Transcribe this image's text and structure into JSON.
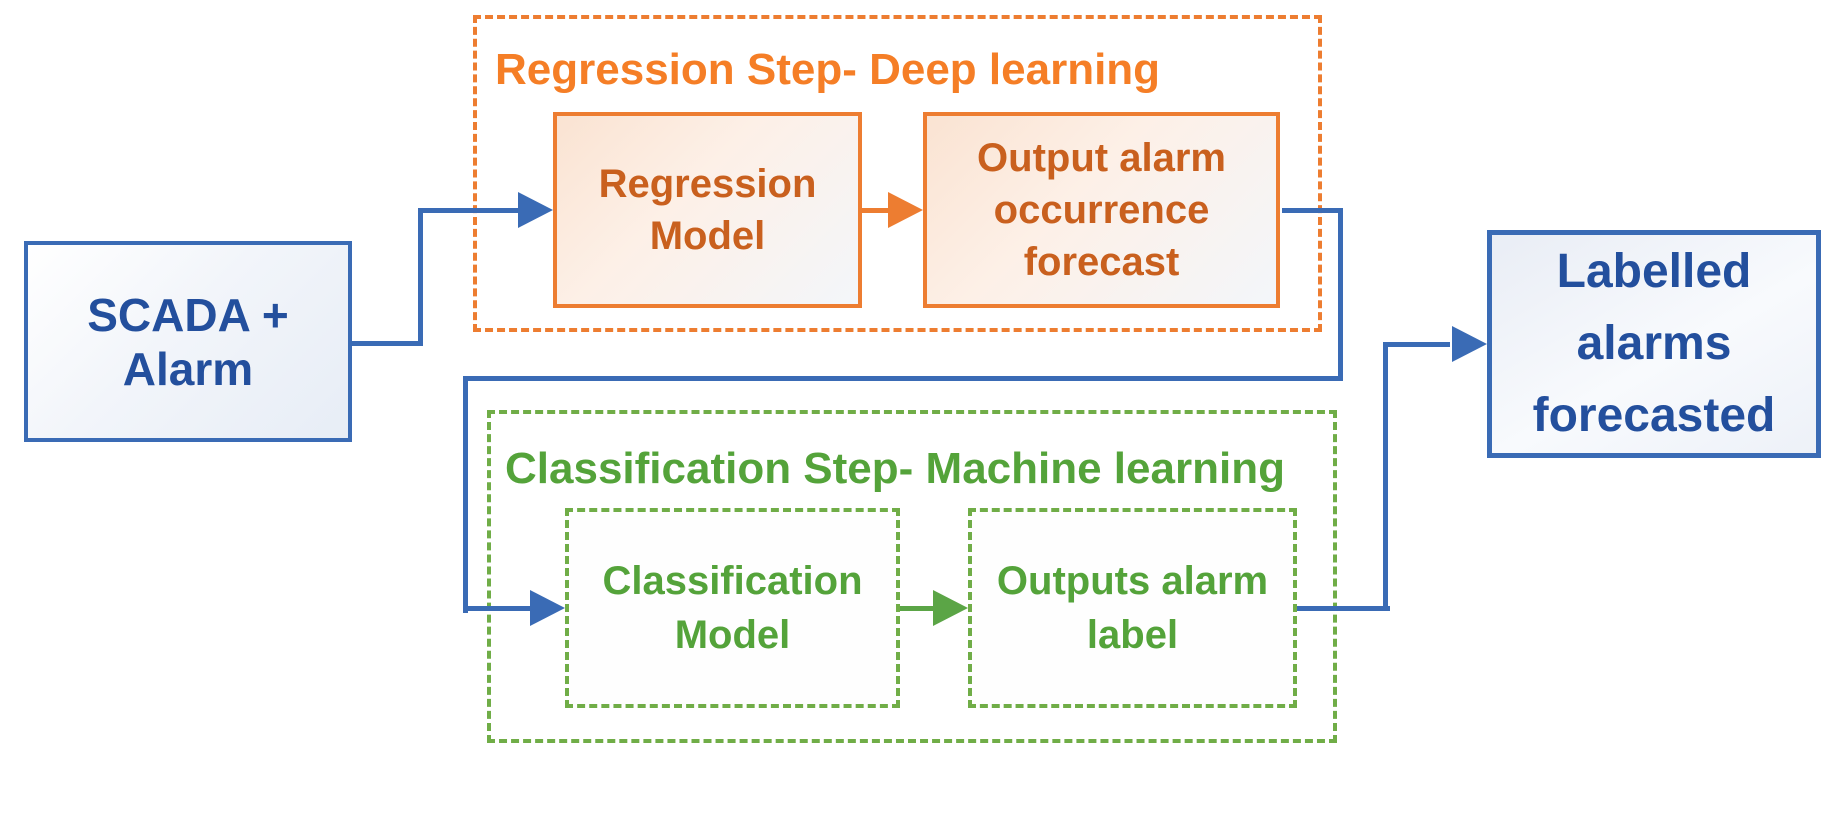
{
  "diagram": {
    "source_box": {
      "label": "SCADA + Alarm"
    },
    "regression_group": {
      "title": "Regression Step- Deep learning",
      "model_box": {
        "label": "Regression Model"
      },
      "output_box": {
        "label": "Output alarm occurrence forecast"
      }
    },
    "classification_group": {
      "title": "Classification Step- Machine learning",
      "model_box": {
        "label": "Classification Model"
      },
      "output_box": {
        "label": "Outputs alarm label"
      }
    },
    "result_box": {
      "label": "Labelled alarms forecasted"
    },
    "colors": {
      "blue_line": "#3A6BB5",
      "blue_text": "#234F9D",
      "orange_border": "#ED7D31",
      "orange_title": "#F57E26",
      "orange_text": "#C9601E",
      "green_border": "#70AD47",
      "green_text": "#54A33A",
      "green_arrow": "#5BA546"
    }
  }
}
